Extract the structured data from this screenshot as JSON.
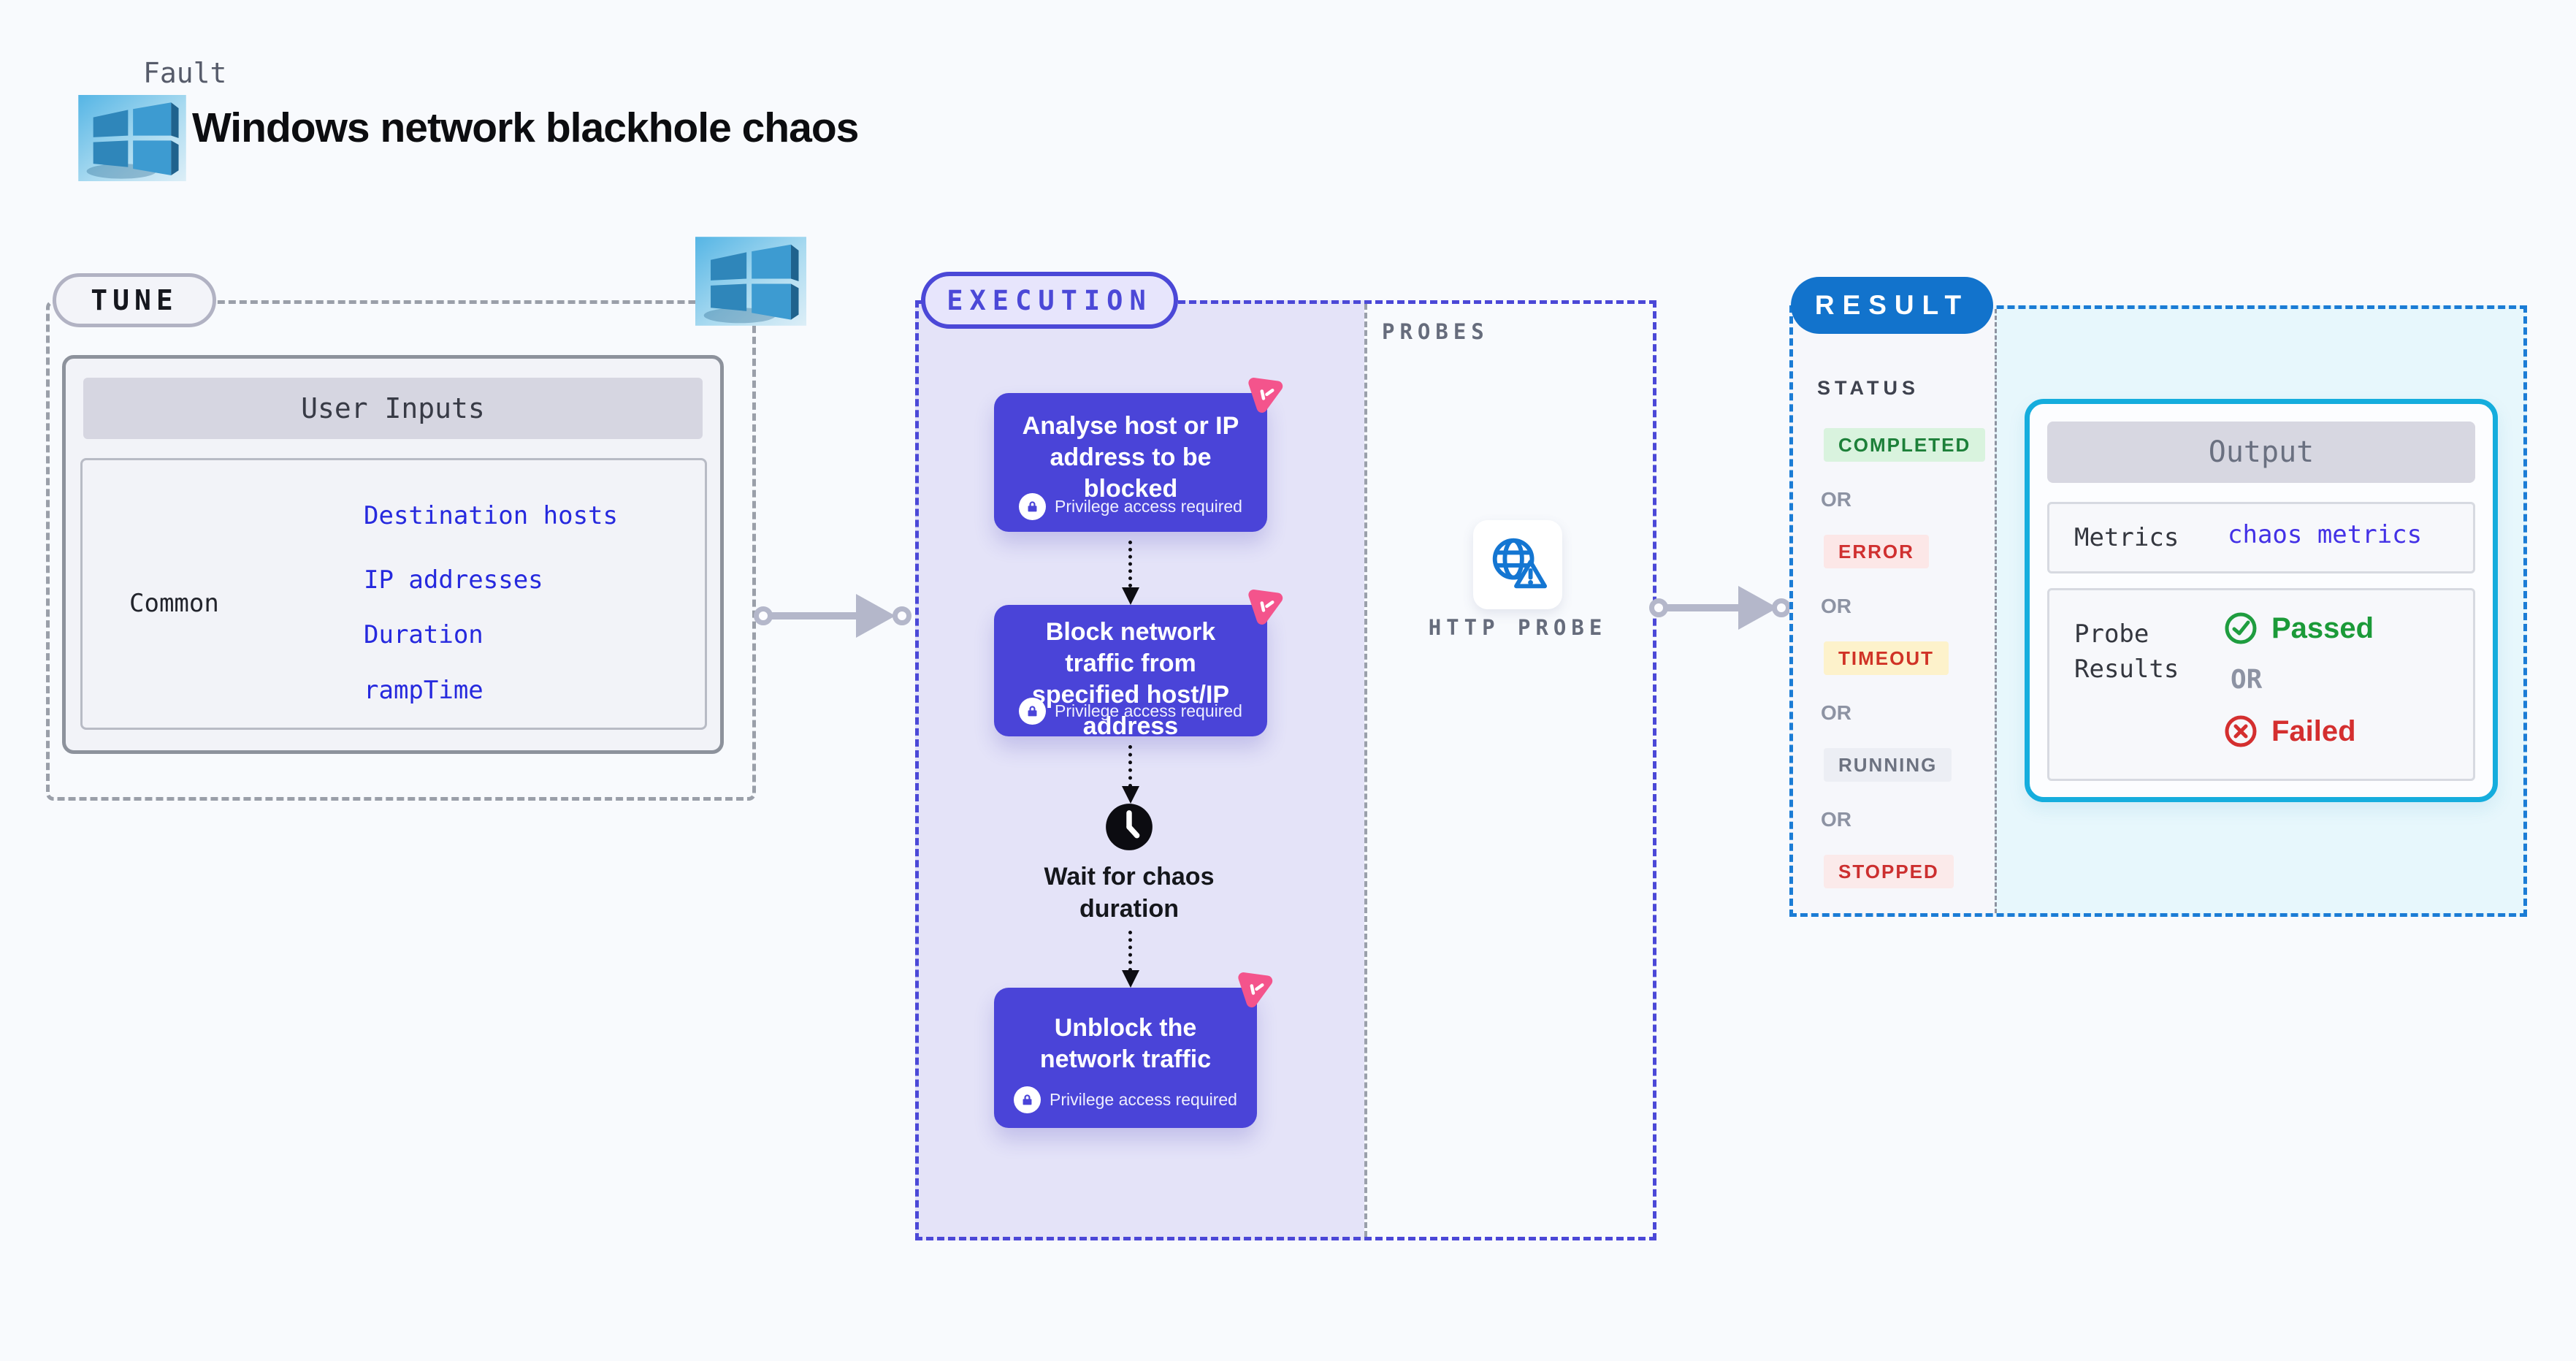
{
  "header": {
    "kicker": "Fault",
    "title": "Windows network blackhole chaos"
  },
  "tune": {
    "label": "TUNE",
    "card_title": "User Inputs",
    "row_label": "Common",
    "inputs": [
      "Destination hosts",
      "IP addresses",
      "Duration",
      "rampTime"
    ]
  },
  "execution": {
    "label": "EXECUTION",
    "steps": [
      {
        "title": "Analyse host or IP address to be blocked",
        "note": "Privilege access required"
      },
      {
        "title": "Block network traffic from specified host/IP address",
        "note": "Privilege access required"
      },
      {
        "title": "Unblock the network traffic",
        "note": "Privilege access required"
      }
    ],
    "wait_label": "Wait for chaos duration"
  },
  "probes": {
    "label": "PROBES",
    "probe_name": "HTTP PROBE"
  },
  "result": {
    "label": "RESULT",
    "status_title": "STATUS",
    "or_label": "OR",
    "statuses": [
      "COMPLETED",
      "ERROR",
      "TIMEOUT",
      "RUNNING",
      "STOPPED"
    ],
    "output": {
      "title": "Output",
      "metrics_label": "Metrics",
      "metrics_link": "chaos metrics",
      "probe_results_label": "Probe Results",
      "passed_label": "Passed",
      "or_label": "OR",
      "failed_label": "Failed"
    }
  },
  "colors": {
    "page_bg": "#f8fafd",
    "execution_accent": "#4b48d7",
    "execution_fill": "#e4e3f8",
    "step_bg": "#4a44d8",
    "litmus_pink": "#f4548c",
    "result_accent": "#1273cc",
    "result_dash": "#1b7cd5",
    "output_border": "#15addd",
    "completed_green": "#1d8039",
    "error_red": "#d03030",
    "timeout_yellow_bg": "#fdf2cb",
    "passed_green": "#1b9a38",
    "failed_red": "#d42f2f",
    "link_blue": "#2629de"
  }
}
